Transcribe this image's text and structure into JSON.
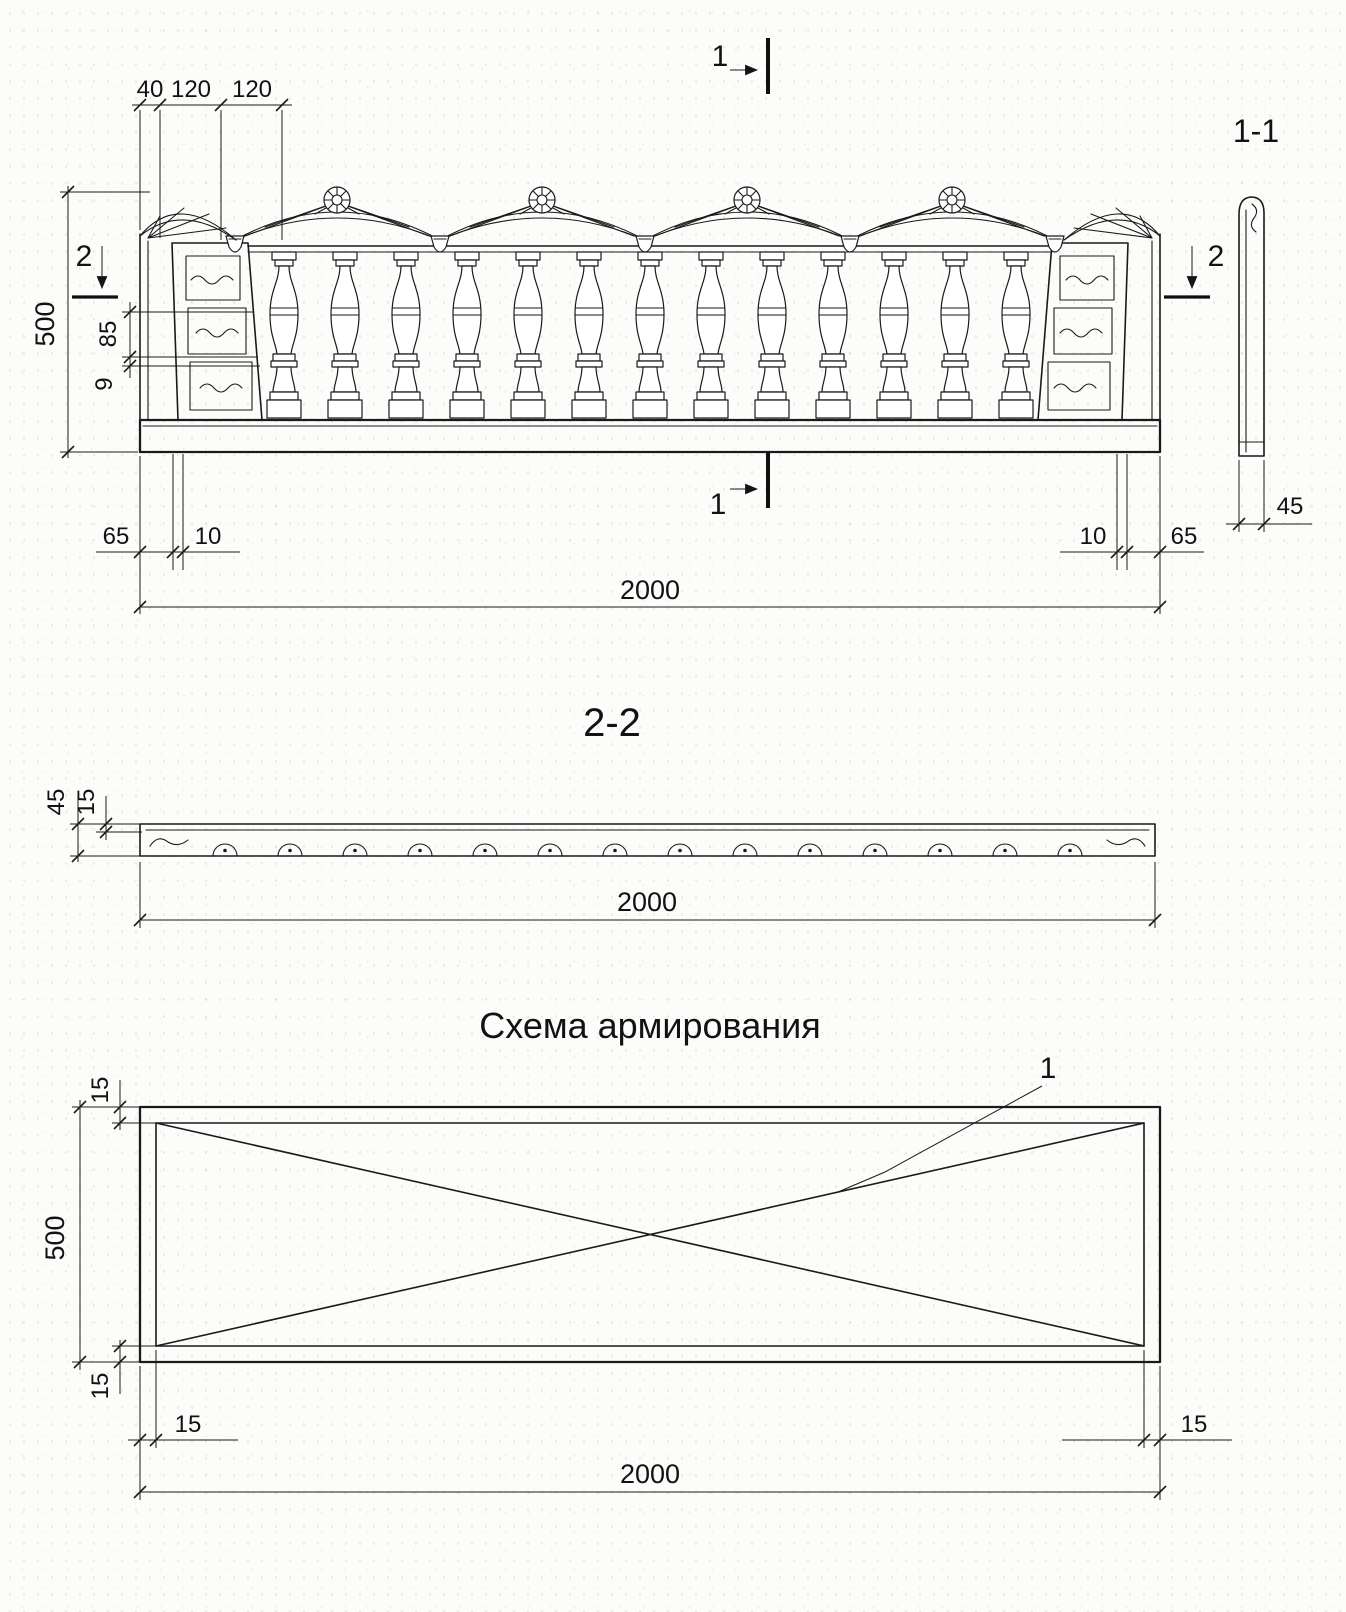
{
  "front": {
    "mark_1_top": "1",
    "mark_1_bottom": "1",
    "mark_2_left": "2",
    "mark_2_right": "2",
    "dim_40": "40",
    "dim_120_a": "120",
    "dim_120_b": "120",
    "dim_500": "500",
    "dim_85": "85",
    "dim_9": "9",
    "dim_65_left": "65",
    "dim_10_left": "10",
    "dim_10_right": "10",
    "dim_65_right": "65",
    "dim_2000": "2000"
  },
  "section11": {
    "title": "1-1",
    "dim_45": "45"
  },
  "section22": {
    "title": "2-2",
    "dim_45": "45",
    "dim_15": "15",
    "dim_2000": "2000"
  },
  "rebar": {
    "title": "Схема армирования",
    "mark_1": "1",
    "dim_15_top": "15",
    "dim_500": "500",
    "dim_15_bottom": "15",
    "dim_15_left": "15",
    "dim_15_right": "15",
    "dim_2000": "2000"
  }
}
